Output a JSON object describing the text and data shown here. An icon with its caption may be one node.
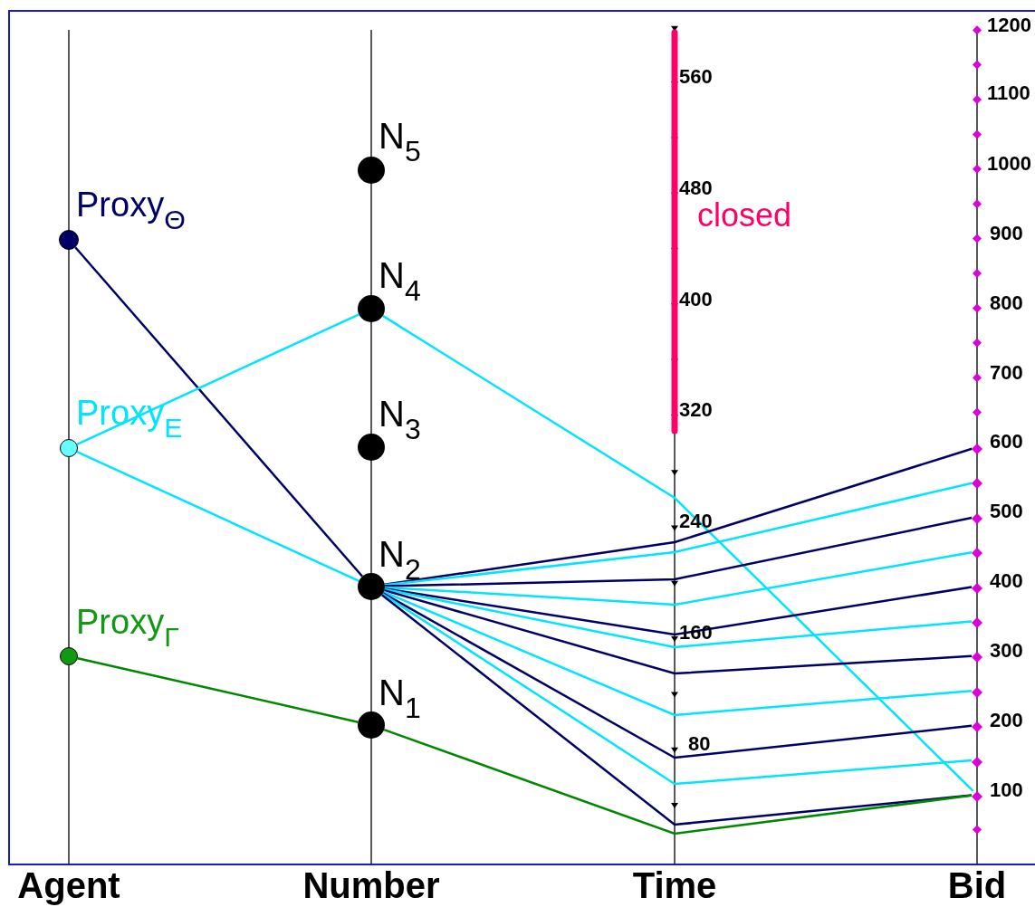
{
  "diagram": {
    "nodes": [
      {
        "text": [
          "Proxy$_{Θ}$"
        ]
      },
      {
        "text": [
          "Proxy$_{E}$"
        ]
      },
      {
        "text": [
          "Proxy$_{Γ}$"
        ]
      },
      {
        "text": [
          "N$_{5}$"
        ]
      },
      {
        "text": [
          "N$_{4}$"
        ]
      },
      {
        "text": [
          "N$_{3}$"
        ]
      },
      {
        "text": [
          "N$_{2}$"
        ]
      },
      {
        "text": [
          "N$_{1}$"
        ]
      },
      {
        "text": [],
        "shape": "diamond"
      },
      {
        "text": [],
        "shape": "diamond"
      },
      {
        "text": [],
        "shape": "diamond"
      },
      {
        "text": [],
        "shape": "diamond"
      },
      {
        "text": [],
        "shape": "diamond"
      },
      {
        "text": [],
        "shape": "diamond"
      },
      {
        "text": [],
        "shape": "diamond"
      },
      {
        "text": [],
        "shape": "diamond"
      },
      {
        "text": [],
        "shape": "diamond"
      },
      {
        "text": [],
        "shape": "diamond"
      },
      {
        "text": [],
        "shape": "diamond"
      }
    ],
    "edges": [
      {
        "from": 0,
        "to": 6,
        "arrow": "none",
        "color": "#000066"
      },
      {
        "from": 1,
        "to": 4,
        "arrow": "none"
      },
      {
        "from": 1,
        "to": 6,
        "arrow": "none"
      },
      {
        "from": 2,
        "to": 7,
        "arrow": "none",
        "color": "#008800"
      },
      {
        "from": 4,
        "to": 18,
        "arrow": "none"
      },
      {
        "from": 6,
        "to": 8,
        "arrow": "none",
        "color": "#000066"
      },
      {
        "from": 6,
        "to": 9,
        "arrow": "none"
      },
      {
        "from": 6,
        "to": 10,
        "arrow": "none",
        "color": "#000066"
      },
      {
        "from": 6,
        "to": 11,
        "arrow": "none"
      },
      {
        "from": 6,
        "to": 12,
        "arrow": "none",
        "color": "#000066"
      },
      {
        "from": 6,
        "to": 13,
        "arrow": "none"
      },
      {
        "from": 6,
        "to": 14,
        "arrow": "none",
        "color": "#000066"
      },
      {
        "from": 6,
        "to": 15,
        "arrow": "none"
      },
      {
        "from": 6,
        "to": 16,
        "arrow": "none",
        "color": "#000066"
      },
      {
        "from": 6,
        "to": 17,
        "arrow": "none"
      },
      {
        "from": 6,
        "to": 18,
        "arrow": "none",
        "color": "#000066"
      },
      {
        "from": 7,
        "to": 18,
        "arrow": "none",
        "color": "#008800"
      }
    ],
    "labels": [
      "1200",
      "560",
      "1100",
      "1000",
      "480",
      "closed",
      "900",
      "400",
      "800",
      "700",
      "320",
      "600",
      "240",
      "500",
      "400",
      "160",
      "300",
      "200",
      "80",
      "100",
      "Agent",
      "Number",
      "Time",
      "Bid"
    ]
  }
}
